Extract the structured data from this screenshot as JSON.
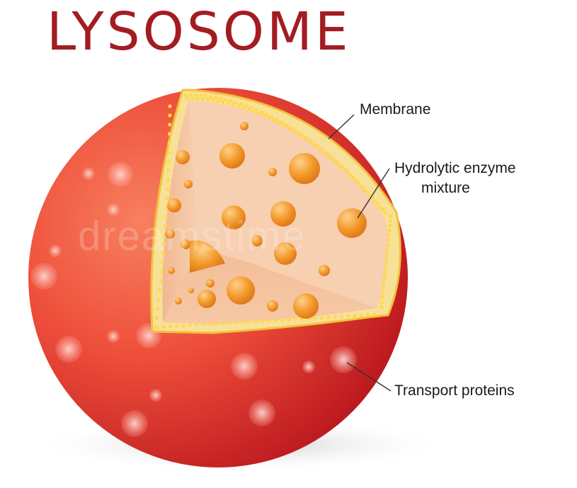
{
  "title": "LYSOSOME",
  "labels": {
    "membrane": "Membrane",
    "hydrolytic_line1": "Hydrolytic enzyme",
    "hydrolytic_line2": "mixture",
    "transport": "Transport proteins"
  },
  "watermark": "dreamstime",
  "colors": {
    "title": "#a31c22",
    "sphere_light": "#f26a4c",
    "sphere_dark": "#b5121b",
    "interior": "#f6c9a6",
    "enzyme": "#f29a2e",
    "membrane_dots": "#ffd84d"
  }
}
